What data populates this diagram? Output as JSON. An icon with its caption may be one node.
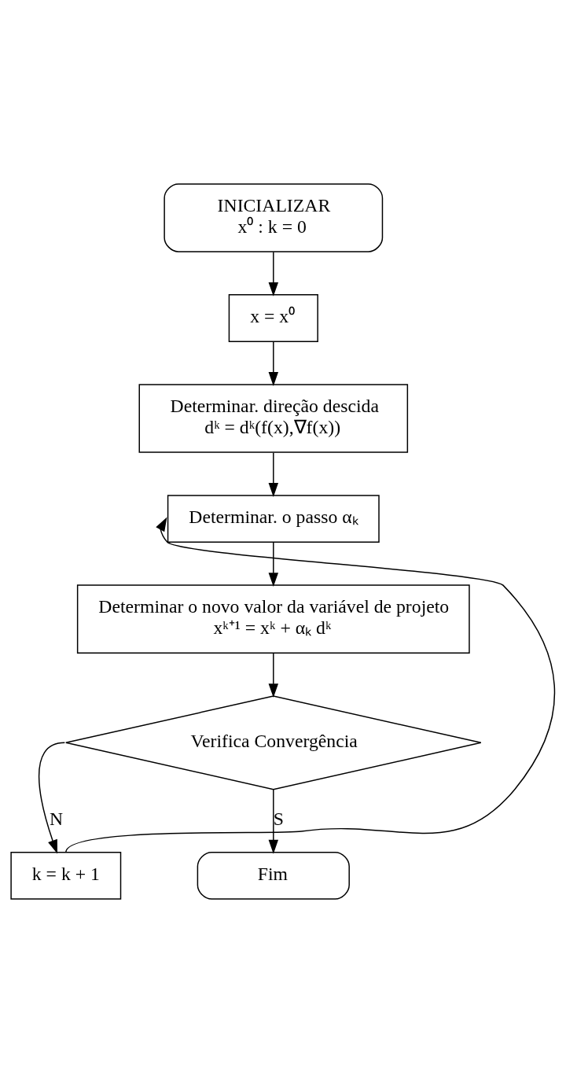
{
  "diagram": {
    "nodes": [
      {
        "text": [
          "INICIALIZAR",
          "x⁰ : k = 0"
        ]
      },
      {
        "text": [
          "x = x⁰"
        ]
      },
      {
        "text": [
          "Determinar. direção descida",
          "dᵏ = dᵏ(f(x),∇f(x))"
        ]
      },
      {
        "text": [
          "Determinar. o passo αₖ"
        ]
      },
      {
        "text": [
          "Determinar o novo valor da variável de projeto",
          "xᵏ⁺¹ = xᵏ + αₖ dᵏ"
        ]
      },
      {
        "text": [
          "Verifica Convergência"
        ]
      },
      {
        "text": [
          "Fim"
        ]
      },
      {
        "text": [
          "k = k + 1"
        ]
      }
    ],
    "edges": [
      {
        "from": 0,
        "to": 1,
        "arrow": "to"
      },
      {
        "from": 1,
        "to": 2,
        "arrow": "to"
      },
      {
        "from": 2,
        "to": 3,
        "arrow": "to"
      },
      {
        "from": 3,
        "to": 4,
        "arrow": "to"
      },
      {
        "from": 4,
        "to": 5,
        "arrow": "to"
      },
      {
        "from": 5,
        "to": 7,
        "arrow": "to",
        "label": "N"
      },
      {
        "from": 7,
        "to": 3,
        "arrow": "to"
      },
      {
        "from": 5,
        "to": 6,
        "arrow": "to",
        "label": "S"
      }
    ]
  }
}
